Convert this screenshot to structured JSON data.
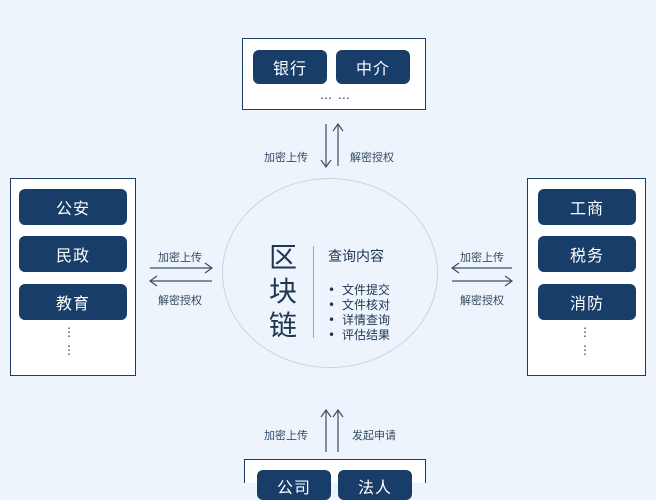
{
  "top": {
    "nodes": [
      "银行",
      "中介"
    ],
    "more": "… …"
  },
  "left": {
    "nodes": [
      "公安",
      "民政",
      "教育"
    ],
    "more": "⋮"
  },
  "right": {
    "nodes": [
      "工商",
      "税务",
      "消防"
    ],
    "more": "⋮"
  },
  "bottom": {
    "nodes": [
      "公司",
      "法人"
    ]
  },
  "labels": {
    "top_up": "加密上传",
    "top_decrypt": "解密授权",
    "left_up": "加密上传",
    "left_decrypt": "解密授权",
    "right_up": "加密上传",
    "right_decrypt": "解密授权",
    "bottom_up": "加密上传",
    "bottom_apply": "发起申请"
  },
  "center": {
    "chars": [
      "区",
      "块",
      "链"
    ],
    "title": "查询内容",
    "bullet_mark": "•",
    "items": [
      "文件提交",
      "文件核对",
      "详情查询",
      "评估结果"
    ]
  },
  "colors": {
    "node_bg": "#173d68",
    "border": "#1e3d63",
    "background": "#eef4fb"
  }
}
